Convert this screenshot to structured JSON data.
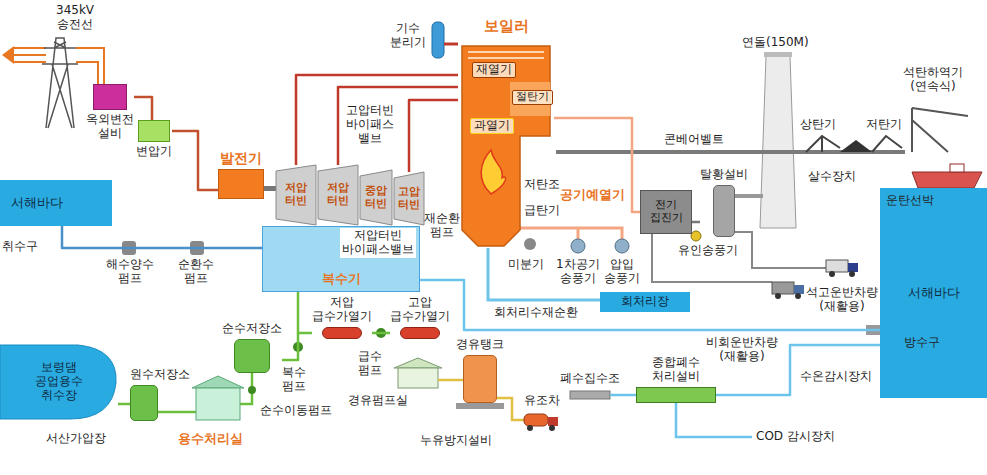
{
  "diagram": {
    "nodes": [
      {
        "text": [
          "옥외변전 설비"
        ]
      },
      {
        "text": [
          "변압기"
        ]
      },
      {
        "text": [
          "발전기"
        ]
      },
      {
        "text": [
          "저압 터빈"
        ]
      },
      {
        "text": [
          "저압 터빈"
        ]
      },
      {
        "text": [
          "중압 터빈"
        ]
      },
      {
        "text": [
          "고압 터빈"
        ]
      },
      {
        "text": [
          "보일러"
        ]
      },
      {
        "text": [
          "재열기"
        ],
        "in": 7
      },
      {
        "text": [
          "절탄기"
        ],
        "in": 7
      },
      {
        "text": [
          "과열기"
        ],
        "in": 7
      },
      {
        "text": [
          "복수기"
        ]
      },
      {
        "text": [
          "서해바다"
        ]
      },
      {
        "text": [
          "전기 집진기"
        ]
      },
      {
        "text": [
          "탈황설비"
        ]
      },
      {
        "text": [
          "회처리장"
        ]
      },
      {
        "text": [
          "서해바다"
        ]
      },
      {
        "text": [
          "순수저장소"
        ]
      },
      {
        "text": [
          "저압 급수가열기"
        ]
      },
      {
        "text": [
          "고압 급수가열기"
        ]
      },
      {
        "text": [
          "보령댐 공업용수 취수장"
        ]
      },
      {
        "text": [
          "원수저장소"
        ]
      },
      {
        "text": [
          "경유탱크"
        ]
      },
      {
        "text": [
          "종합폐수 처리설비"
        ]
      }
    ],
    "edges": [
      {
        "from": 2,
        "to": 1,
        "arrow": "none"
      },
      {
        "from": 1,
        "to": 0,
        "arrow": "none"
      },
      {
        "from": 7,
        "to": 3,
        "arrow": "none"
      },
      {
        "from": 7,
        "to": 4,
        "arrow": "none"
      },
      {
        "from": 7,
        "to": 6,
        "arrow": "none"
      },
      {
        "from": 12,
        "to": 11,
        "arrow": "none"
      },
      {
        "from": 11,
        "to": 16,
        "arrow": "none"
      },
      {
        "from": 7,
        "to": 13,
        "arrow": "none"
      },
      {
        "from": 13,
        "to": 14,
        "arrow": "none"
      },
      {
        "from": 17,
        "to": 18,
        "arrow": "none"
      },
      {
        "from": 18,
        "to": 19,
        "arrow": "none"
      },
      {
        "from": 20,
        "to": 21,
        "arrow": "none"
      },
      {
        "from": 23,
        "to": 16,
        "arrow": "none"
      }
    ],
    "labels": [
      "345kV 송전선",
      "기수 분리기",
      "고압터빈 바이패스 밸브",
      "콘베어벨트",
      "상탄기",
      "저탄기",
      "석탄하역기 (연속식)",
      "살수장치",
      "운탄선박",
      "유인송풍기",
      "연돌(150M)",
      "취수구",
      "저압터빈 바이패스밸브",
      "재순환 펌프",
      "저탄조",
      "급탄기",
      "공기예열기",
      "미분기",
      "1차공기 송풍기",
      "압입 송풍기",
      "해수양수 펌프",
      "순환수 펌프",
      "석고운반차량 (재활용)",
      "회처리수재순환",
      "비회운반차량 (재활용)",
      "방수구",
      "수온감시장치",
      "복수 펌프",
      "급수 펌프",
      "순수이동펌프",
      "용수처리실",
      "서산가압장",
      "경유펌프실",
      "누유방지설비",
      "유조차",
      "폐수집수조",
      "COD 감시장치"
    ]
  }
}
